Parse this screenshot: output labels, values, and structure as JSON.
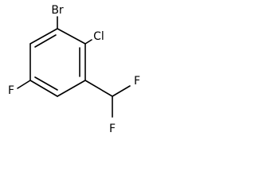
{
  "molecule": {
    "labels": {
      "br": "Br",
      "cl": "Cl",
      "f_ring": "F",
      "f_top": "F",
      "f_bottom": "F"
    },
    "colors": {
      "bond": "#000000",
      "text": "#000000",
      "background": "#ffffff"
    }
  }
}
